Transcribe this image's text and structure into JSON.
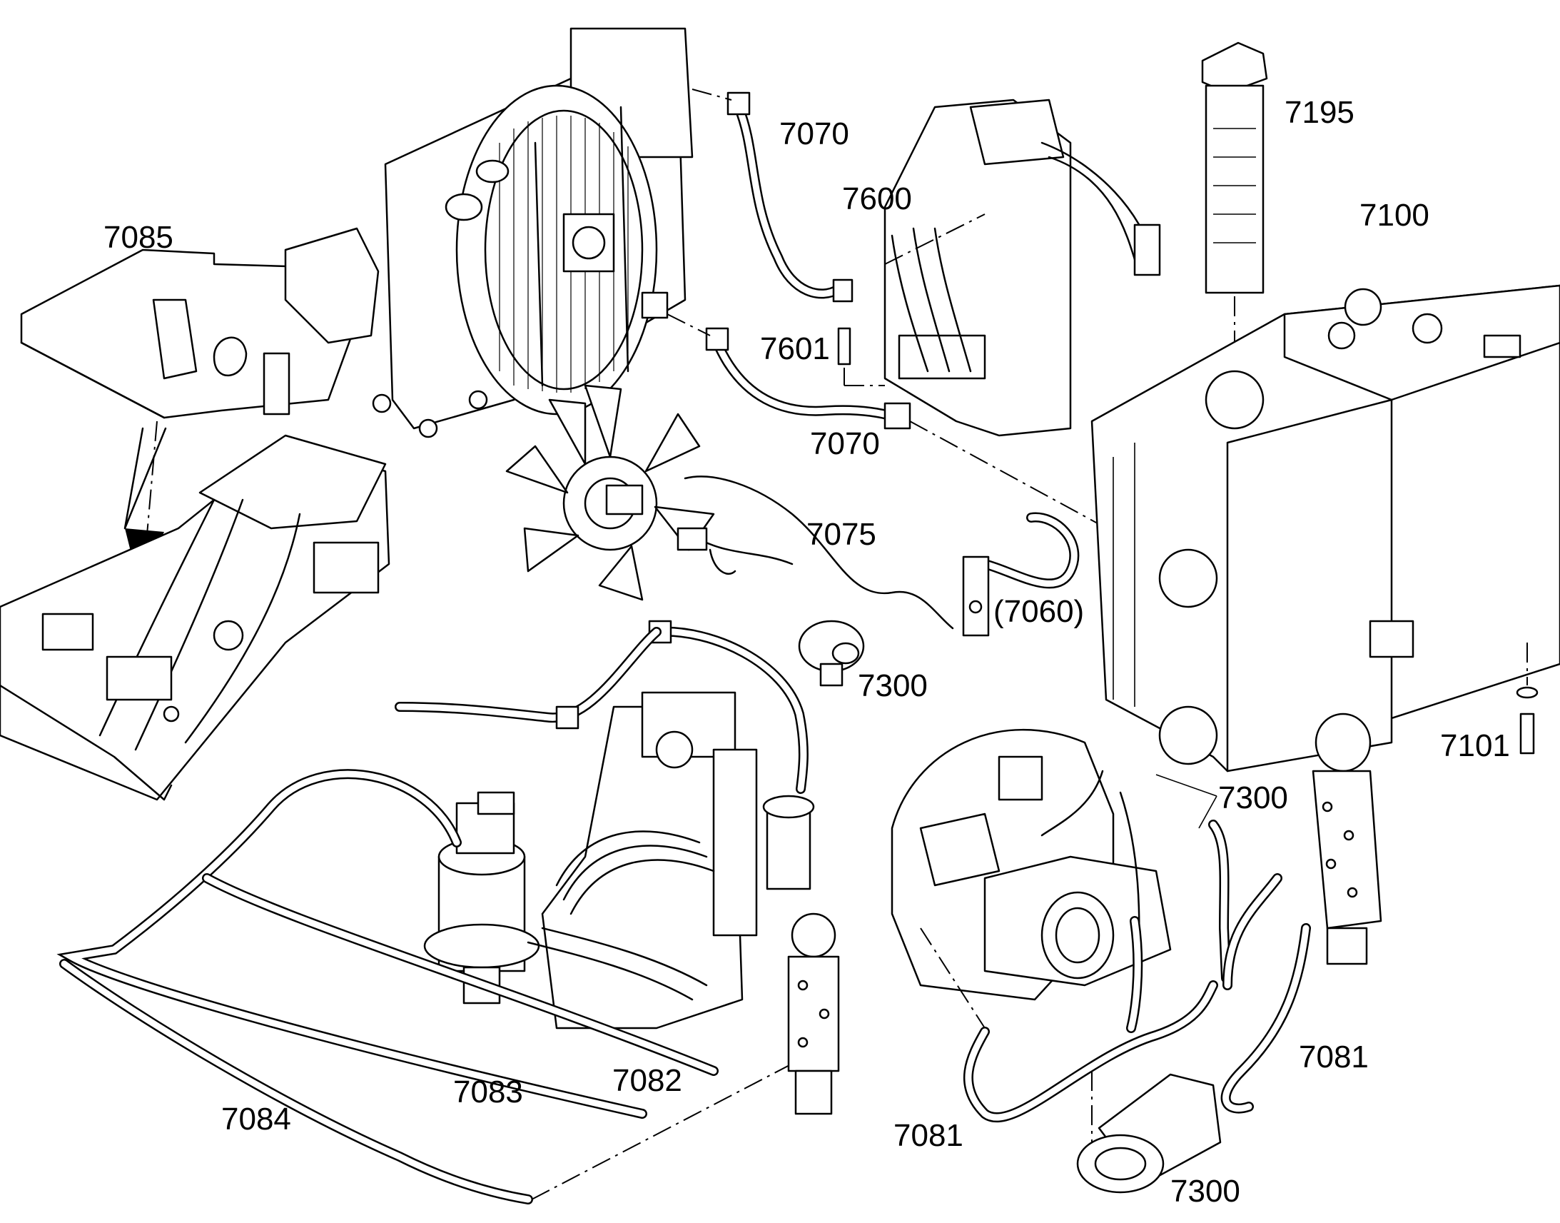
{
  "callouts": [
    {
      "id": "7085",
      "text": "7085"
    },
    {
      "id": "7070a",
      "text": "7070"
    },
    {
      "id": "7600",
      "text": "7600"
    },
    {
      "id": "7195",
      "text": "7195"
    },
    {
      "id": "7100",
      "text": "7100"
    },
    {
      "id": "7601",
      "text": "7601"
    },
    {
      "id": "7070b",
      "text": "7070"
    },
    {
      "id": "7075",
      "text": "7075"
    },
    {
      "id": "7060",
      "text": "(7060)"
    },
    {
      "id": "7300a",
      "text": "7300"
    },
    {
      "id": "7101",
      "text": "7101"
    },
    {
      "id": "7300b",
      "text": "7300"
    },
    {
      "id": "7081a",
      "text": "7081"
    },
    {
      "id": "7083",
      "text": "7083"
    },
    {
      "id": "7082",
      "text": "7082"
    },
    {
      "id": "7084",
      "text": "7084"
    },
    {
      "id": "7081b",
      "text": "7081"
    },
    {
      "id": "7300c",
      "text": "7300"
    }
  ]
}
